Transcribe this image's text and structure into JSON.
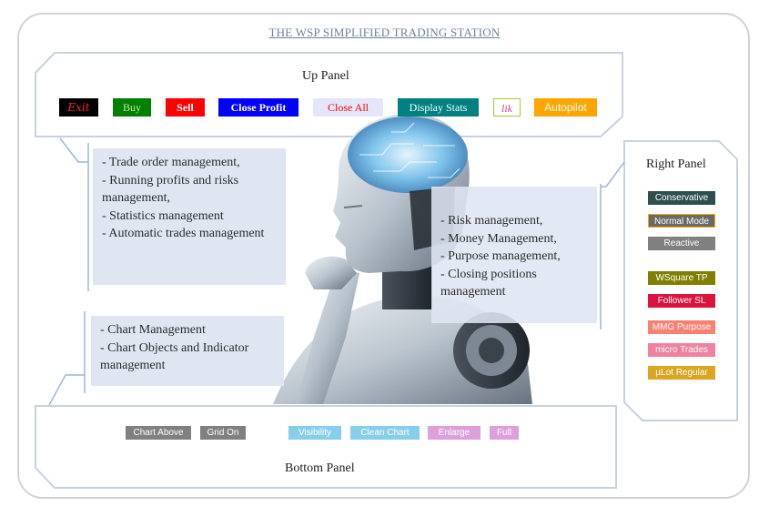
{
  "title": "THE WSP SIMPLIFIED TRADING STATION",
  "up_panel": {
    "title": "Up Panel",
    "buttons": [
      {
        "label": "Exit",
        "bg": "#000000",
        "fg": "#ff2a2a"
      },
      {
        "label": "Buy",
        "bg": "#008000",
        "fg": "#cfe8a0"
      },
      {
        "label": "Sell",
        "bg": "#ff0000",
        "fg": "#ffffff"
      },
      {
        "label": "Close Profit",
        "bg": "#0000ff",
        "fg": "#ffffff"
      },
      {
        "label": "Close All",
        "bg": "#e6e6fa",
        "fg": "#ff0000"
      },
      {
        "label": "Display Stats",
        "bg": "#008080",
        "fg": "#ffffff"
      },
      {
        "label": "lik",
        "bg": "#ffffff",
        "fg": "#d4458a"
      },
      {
        "label": "Autopilot",
        "bg": "#ffa500",
        "fg": "#ffffff"
      }
    ]
  },
  "notes": {
    "up": [
      "- Trade order management,",
      "- Running profits and risks management,",
      "- Statistics management",
      "- Automatic trades management"
    ],
    "bottom": [
      "- Chart Management",
      "- Chart Objects and Indicator management"
    ],
    "right": [
      "- Risk management,",
      "- Money Management,",
      "- Purpose management,",
      "- Closing positions management"
    ]
  },
  "right_panel": {
    "title": "Right Panel",
    "buttons": [
      {
        "label": "Conservative",
        "bg": "#2f4f4f",
        "fg": "#ffffff"
      },
      {
        "label": "Normal Mode",
        "bg": "#696969",
        "fg": "#ffffff",
        "border": "#ffa500"
      },
      {
        "label": "Reactive",
        "bg": "#808080",
        "fg": "#ffffff"
      },
      {
        "label": "WSquare TP",
        "bg": "#808000",
        "fg": "#ffffff"
      },
      {
        "label": "Follower SL",
        "bg": "#dc143c",
        "fg": "#ffffff"
      },
      {
        "label": "MMG Purpose",
        "bg": "#fa8072",
        "fg": "#ffffff"
      },
      {
        "label": "micro Trades",
        "bg": "#ee82a0",
        "fg": "#ffffff"
      },
      {
        "label": "µLot Regular",
        "bg": "#daa520",
        "fg": "#ffffff"
      }
    ]
  },
  "bottom_panel": {
    "title": "Bottom Panel",
    "buttons": [
      {
        "label": "Chart Above",
        "bg": "#808080",
        "fg": "#ffffff"
      },
      {
        "label": "Grid On",
        "bg": "#808080",
        "fg": "#ffffff"
      },
      {
        "label": "Visibility",
        "bg": "#87ceeb",
        "fg": "#ffffff"
      },
      {
        "label": "Clean Chart",
        "bg": "#87ceeb",
        "fg": "#ffffff"
      },
      {
        "label": "Enlarge",
        "bg": "#dda0dd",
        "fg": "#ffffff"
      },
      {
        "label": "Full",
        "bg": "#dda0dd",
        "fg": "#ffffff"
      }
    ]
  }
}
